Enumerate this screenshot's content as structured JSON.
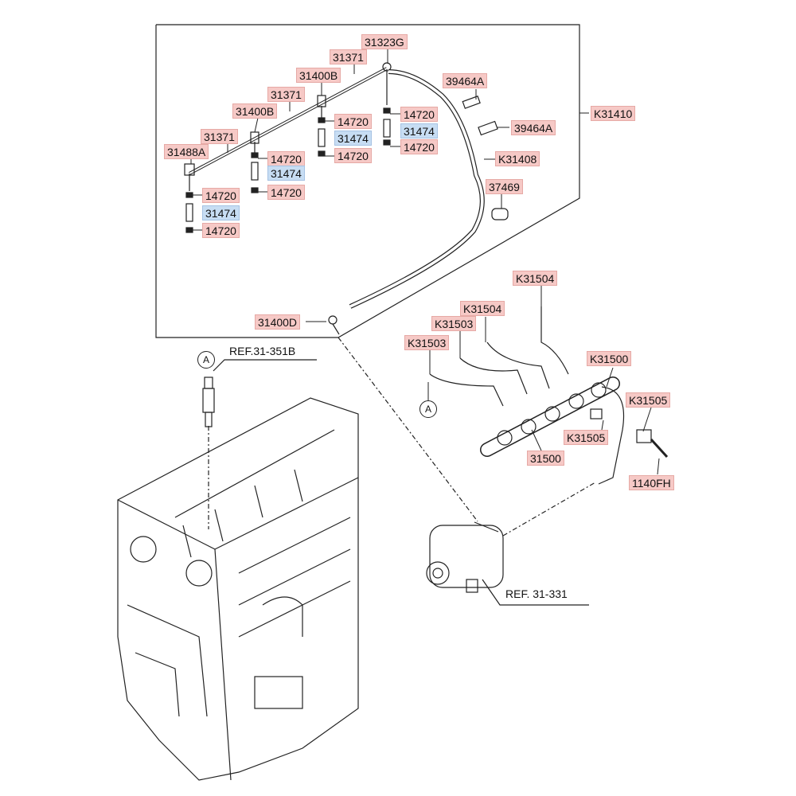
{
  "parts": {
    "p31323G": "31323G",
    "p31371_a": "31371",
    "p31400B_a": "31400B",
    "p31371_b": "31371",
    "p31400B_b": "31400B",
    "p31371_c": "31371",
    "p31488A": "31488A",
    "p39464A_a": "39464A",
    "p39464A_b": "39464A",
    "pK31410": "K31410",
    "pK31408": "K31408",
    "p37469": "37469",
    "p14720_a": "14720",
    "p31474_a": "31474",
    "p14720_b": "14720",
    "p14720_c": "14720",
    "p31474_b": "31474",
    "p14720_d": "14720",
    "p14720_e": "14720",
    "p31474_c": "31474",
    "p14720_f": "14720",
    "p14720_g": "14720",
    "p31474_d": "31474",
    "p14720_h": "14720",
    "p31400D": "31400D",
    "pK31504_a": "K31504",
    "pK31504_b": "K31504",
    "pK31503_a": "K31503",
    "pK31503_b": "K31503",
    "pK31500": "K31500",
    "pK31505_a": "K31505",
    "pK31505_b": "K31505",
    "p31500": "31500",
    "p1140FH": "1140FH"
  },
  "refs": {
    "ref_31_351B": "REF.31-351B",
    "ref_31_331": "REF. 31-331"
  },
  "markers": {
    "a_top": "A",
    "a_bottom": "A"
  },
  "colors": {
    "label_fill": "#f6c9c6",
    "highlight_fill": "#c7ddf3",
    "line": "#222222"
  }
}
